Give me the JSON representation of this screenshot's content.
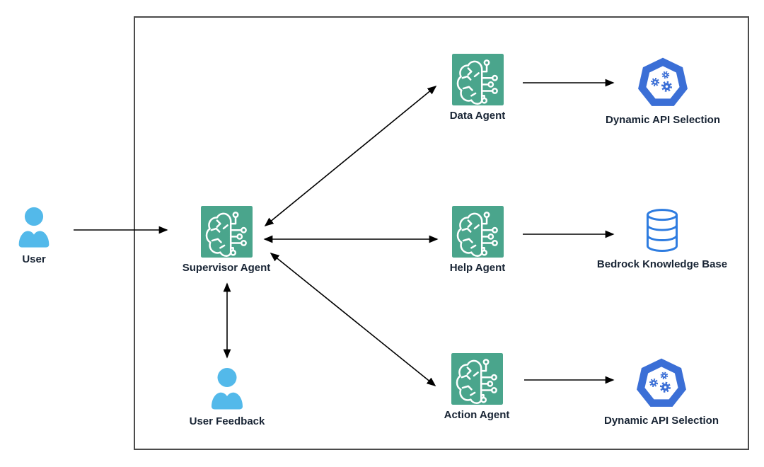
{
  "diagram": {
    "nodes": {
      "user": {
        "label": "User",
        "icon": "person-icon"
      },
      "supervisor_agent": {
        "label": "Supervisor Agent",
        "icon": "agent-icon"
      },
      "data_agent": {
        "label": "Data Agent",
        "icon": "agent-icon"
      },
      "help_agent": {
        "label": "Help Agent",
        "icon": "agent-icon"
      },
      "action_agent": {
        "label": "Action Agent",
        "icon": "agent-icon"
      },
      "dynamic_api_top": {
        "label": "Dynamic API Selection",
        "icon": "api-heptagon-icon"
      },
      "bedrock_kb": {
        "label": "Bedrock Knowledge Base",
        "icon": "database-icon"
      },
      "dynamic_api_bottom": {
        "label": "Dynamic API Selection",
        "icon": "api-heptagon-icon"
      },
      "user_feedback": {
        "label": "User Feedback",
        "icon": "person-icon"
      }
    },
    "edges": [
      {
        "from": "user",
        "to": "supervisor_agent",
        "type": "one-way"
      },
      {
        "from": "supervisor_agent",
        "to": "data_agent",
        "type": "two-way"
      },
      {
        "from": "supervisor_agent",
        "to": "help_agent",
        "type": "two-way"
      },
      {
        "from": "supervisor_agent",
        "to": "action_agent",
        "type": "two-way"
      },
      {
        "from": "supervisor_agent",
        "to": "user_feedback",
        "type": "two-way"
      },
      {
        "from": "data_agent",
        "to": "dynamic_api_top",
        "type": "one-way"
      },
      {
        "from": "help_agent",
        "to": "bedrock_kb",
        "type": "one-way"
      },
      {
        "from": "action_agent",
        "to": "dynamic_api_bottom",
        "type": "one-way"
      }
    ],
    "colors": {
      "person_blue": "#53B9EA",
      "agent_green": "#4AA58C",
      "api_blue": "#3B6FD6",
      "database_blue": "#2E7CE0",
      "label_dark": "#182434",
      "border_gray": "#4B4B4B",
      "arrow_black": "#000000"
    }
  }
}
